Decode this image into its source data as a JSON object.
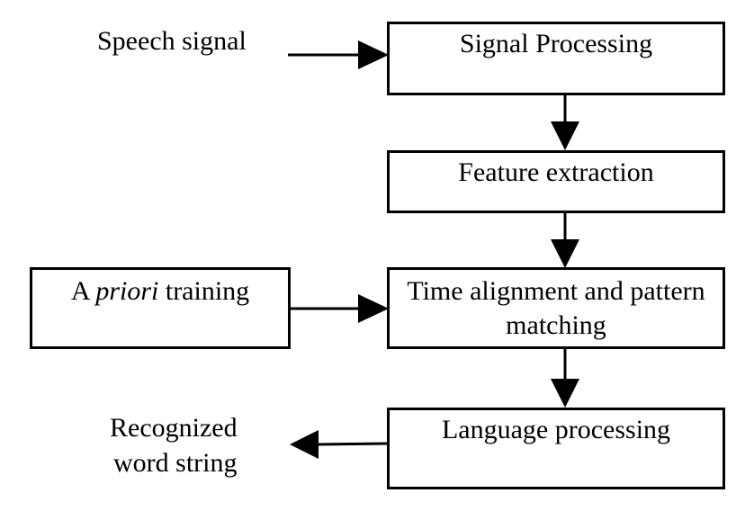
{
  "input": {
    "label": "Speech signal"
  },
  "signal_processing": {
    "label": "Signal Processing"
  },
  "feature_extraction": {
    "label": "Feature extraction"
  },
  "priori_training": {
    "prefix": "A ",
    "italic": "priori",
    "suffix": " training"
  },
  "time_alignment": {
    "line1": "Time alignment and pattern",
    "line2": "matching"
  },
  "language_processing": {
    "label": "Language processing"
  },
  "output": {
    "line1": "Recognized",
    "line2": "word string"
  }
}
